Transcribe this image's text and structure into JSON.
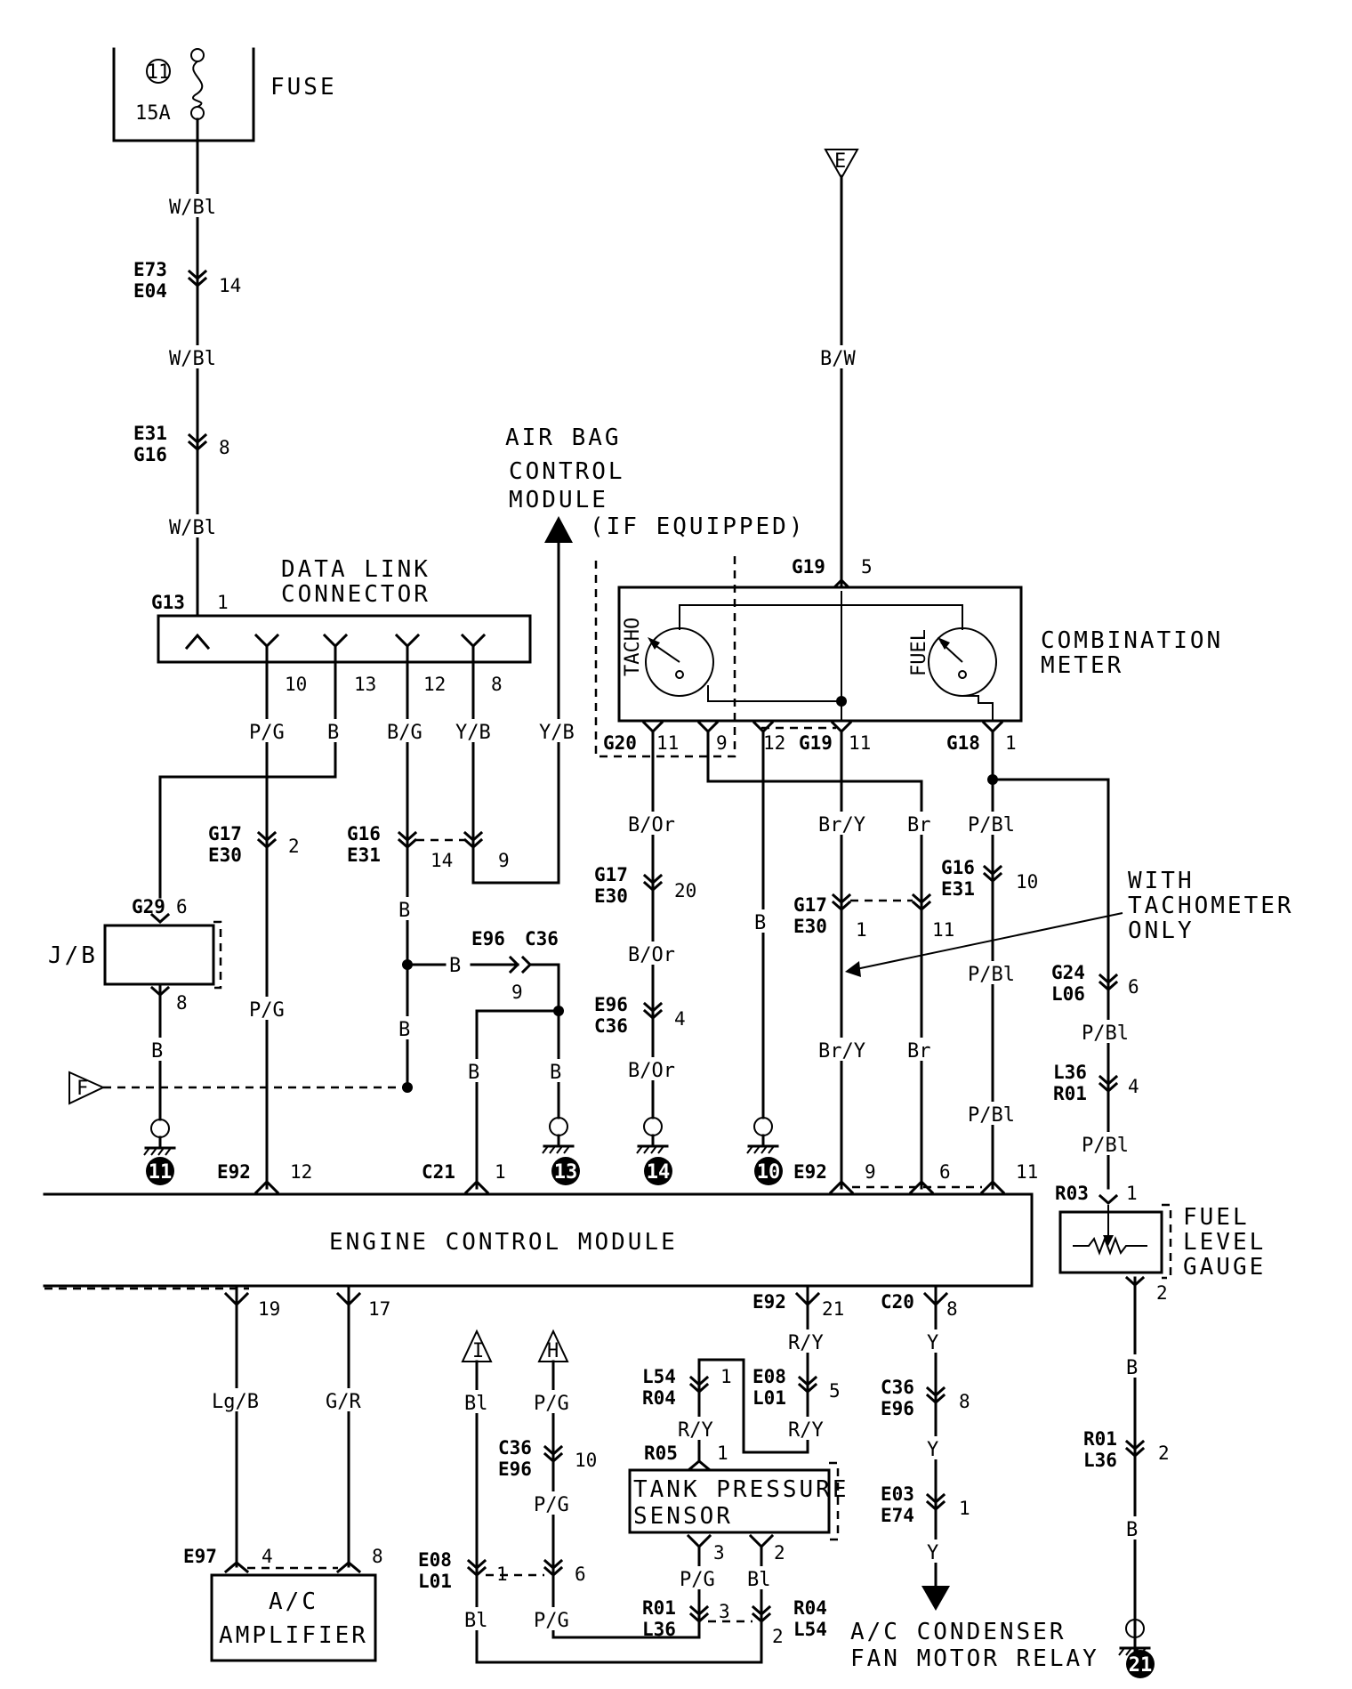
{
  "fuse": {
    "label": "FUSE",
    "number": "11",
    "rating": "15A"
  },
  "wires": {
    "w_bl": "W/Bl",
    "b_w": "B/W",
    "p_g": "P/G",
    "b": "B",
    "b_g": "B/G",
    "y_b": "Y/B",
    "b_or": "B/Or",
    "br_y": "Br/Y",
    "br": "Br",
    "p_bl": "P/Bl",
    "lg_b": "Lg/B",
    "g_r": "G/R",
    "bl": "Bl",
    "r_y": "R/Y",
    "y": "Y"
  },
  "connectors": {
    "e73_e04": {
      "a": "E73",
      "b": "E04",
      "pin": "14"
    },
    "e31_g16": {
      "a": "E31",
      "b": "G16",
      "pin": "8"
    },
    "g13": {
      "id": "G13",
      "pin": "1"
    },
    "g17_e30_2": {
      "a": "G17",
      "b": "E30",
      "pin": "2"
    },
    "g16_e31_14": {
      "a": "G16",
      "b": "E31",
      "pin": "14",
      "pin2": "9"
    },
    "g29": {
      "id": "G29",
      "pin_top": "6",
      "pin_bottom": "8"
    },
    "e96_c36_9": {
      "a": "E96",
      "b": "C36",
      "pin": "9"
    },
    "g19_5": {
      "id": "G19",
      "pin": "5"
    },
    "g20": {
      "id": "G20",
      "pin": "11",
      "pin2": "9"
    },
    "g19_11": {
      "pin_a": "12",
      "id": "G19",
      "pin": "11"
    },
    "g18": {
      "id": "G18",
      "pin": "1"
    },
    "g17_e30_20": {
      "a": "G17",
      "b": "E30",
      "pin": "20"
    },
    "e96_c36_4": {
      "a": "E96",
      "b": "C36",
      "pin": "4"
    },
    "g17_e30_1": {
      "a": "G17",
      "b": "E30",
      "pin": "1",
      "pin2": "11"
    },
    "g16_e31_10": {
      "a": "G16",
      "b": "E31",
      "pin": "10"
    },
    "g24_l06": {
      "a": "G24",
      "b": "L06",
      "pin": "6"
    },
    "l36_r01_4": {
      "a": "L36",
      "b": "R01",
      "pin": "4"
    },
    "e92_12": {
      "id": "E92",
      "pin": "12"
    },
    "c21": {
      "id": "C21",
      "pin": "1"
    },
    "e92_9": {
      "id": "E92",
      "pin": "9",
      "pin2": "6",
      "pin3": "11"
    },
    "r03": {
      "id": "R03",
      "pin": "1",
      "pin_bottom": "2"
    },
    "ecm_19": {
      "pin": "19",
      "pin2": "17"
    },
    "e92_21": {
      "id": "E92",
      "pin": "21"
    },
    "c20": {
      "id": "C20",
      "pin": "8"
    },
    "l54_r04": {
      "a": "L54",
      "b": "R04",
      "pin": "1"
    },
    "e08_l01_5": {
      "a": "E08",
      "b": "L01",
      "pin": "5"
    },
    "r05": {
      "id": "R05",
      "pin": "1"
    },
    "c36_e96_10": {
      "a": "C36",
      "b": "E96",
      "pin": "10"
    },
    "c36_e96_8": {
      "a": "C36",
      "b": "E96",
      "pin": "8"
    },
    "e03_e74": {
      "a": "E03",
      "b": "E74",
      "pin": "1"
    },
    "r01_l36_2": {
      "a": "R01",
      "b": "L36",
      "pin": "2"
    },
    "e97": {
      "id": "E97",
      "pin": "4",
      "pin2": "8"
    },
    "e08_l01_1": {
      "a": "E08",
      "b": "L01",
      "pin": "1",
      "pin2": "6"
    },
    "tps_pins": {
      "pin": "3",
      "pin2": "2"
    },
    "r01_l36_3": {
      "a": "R01",
      "b": "L36",
      "pin": "3"
    },
    "r04_l54_2": {
      "a": "R04",
      "b": "L54",
      "pin": "2"
    }
  },
  "components": {
    "dlc": {
      "line1": "DATA LINK",
      "line2": "CONNECTOR",
      "pins": [
        "10",
        "13",
        "12",
        "8"
      ]
    },
    "airbag": {
      "line1": "AIR BAG",
      "line2": "CONTROL",
      "line3": "MODULE",
      "note": "(IF EQUIPPED)"
    },
    "meter": {
      "line1": "COMBINATION",
      "line2": "METER",
      "tacho": "TACHO",
      "fuel": "FUEL"
    },
    "jb": {
      "label": "J/B"
    },
    "ecm": {
      "label": "ENGINE CONTROL MODULE"
    },
    "ac_amp": {
      "line1": "A/C",
      "line2": "AMPLIFIER"
    },
    "tank_sensor": {
      "line1": "TANK PRESSURE",
      "line2": "SENSOR"
    },
    "fuel_gauge": {
      "line1": "FUEL",
      "line2": "LEVEL",
      "line3": "GAUGE"
    },
    "fan_relay": {
      "line1": "A/C CONDENSER",
      "line2": "FAN MOTOR RELAY"
    },
    "tach_note": {
      "line1": "WITH",
      "line2": "TACHOMETER",
      "line3": "ONLY"
    }
  },
  "offpage": {
    "e": "E",
    "f": "F",
    "i": "I",
    "h": "H"
  },
  "grounds": {
    "g11": "11",
    "g13": "13",
    "g14": "14",
    "g10": "10",
    "g21": "21"
  }
}
